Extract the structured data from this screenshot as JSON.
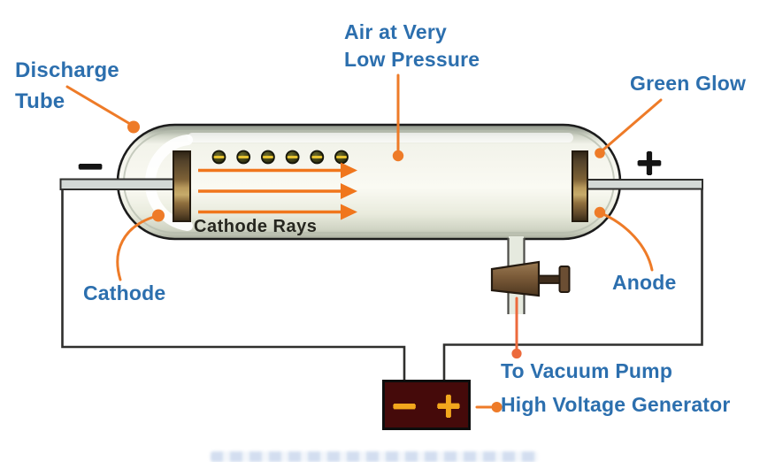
{
  "colors": {
    "label_blue": "#2c6fae",
    "pointer_orange": "#ee7b28",
    "pointer_red": "#ec6a3c",
    "ray_orange": "#f0761c",
    "wire_dark": "#2f2f2d",
    "tube_outline": "#1c1c1c",
    "cathode_rays_text": "#26261f",
    "generator_maroon": "#450a0a",
    "generator_gold": "#f2a71d",
    "terminal_sign_black": "#141414",
    "electron_minus_gold": "#e6c230"
  },
  "labels": {
    "discharge_tube_line1": "Discharge",
    "discharge_tube_line2": "Tube",
    "air_line1": "Air at Very",
    "air_line2": "Low Pressure",
    "green_glow": "Green Glow",
    "cathode_rays": "Cathode Rays",
    "cathode": "Cathode",
    "anode": "Anode",
    "to_vacuum_pump": "To Vacuum Pump",
    "high_voltage_generator": "High Voltage Generator"
  },
  "signs": {
    "cathode_terminal": "−",
    "anode_terminal": "+",
    "generator_negative": "−",
    "generator_positive": "+"
  },
  "diagram": {
    "electron_count": 6,
    "cathode_ray_count": 3
  }
}
